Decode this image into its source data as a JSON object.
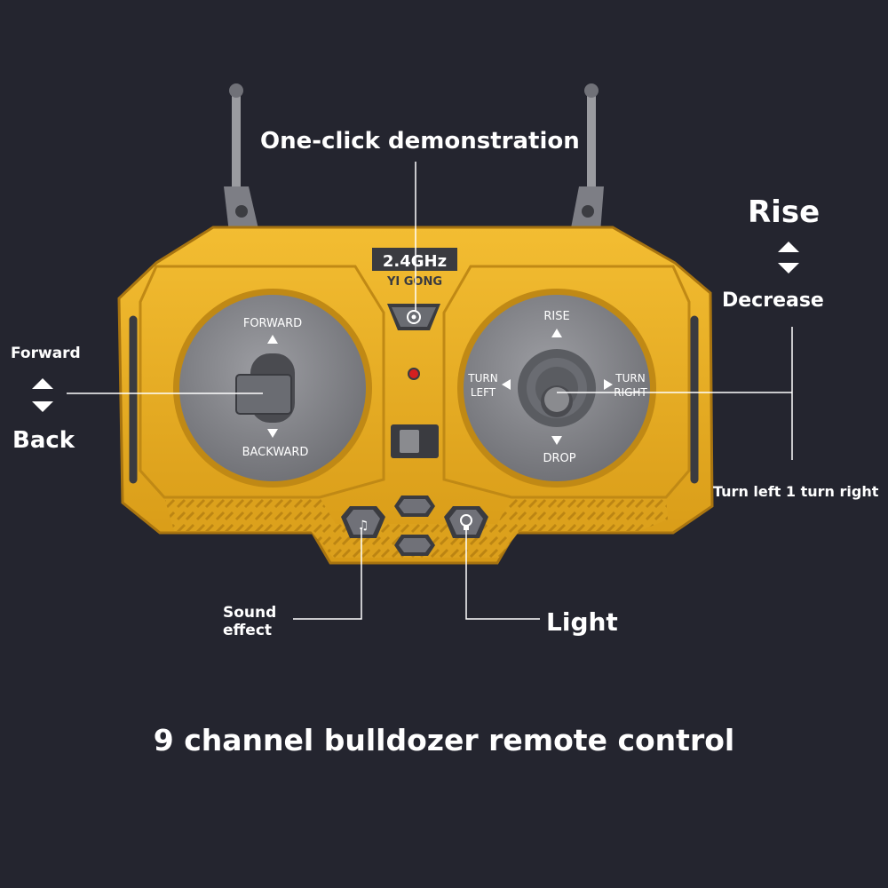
{
  "callouts": {
    "demo": "One-click demonstration",
    "rise": "Rise",
    "decrease": "Decrease",
    "forward": "Forward",
    "back": "Back",
    "turn": "Turn left 1 turn right",
    "sound_line1": "Sound",
    "sound_line2": "effect",
    "light": "Light"
  },
  "remote": {
    "freq": "2.4GHz",
    "brand": "YI GONG",
    "left_stick": {
      "top": "FORWARD",
      "bottom": "BACKWARD"
    },
    "right_stick": {
      "top": "RISE",
      "bottom": "DROP",
      "left_line1": "TURN",
      "left_line2": "LEFT",
      "right_line1": "TURN",
      "right_line2": "RIGHT"
    }
  },
  "caption": "9 channel bulldozer remote control",
  "colors": {
    "background": "#24252f",
    "body": "#e8ac20",
    "body_dark": "#b98212",
    "dial": "#8a8b8f",
    "button": "#5e6065"
  }
}
